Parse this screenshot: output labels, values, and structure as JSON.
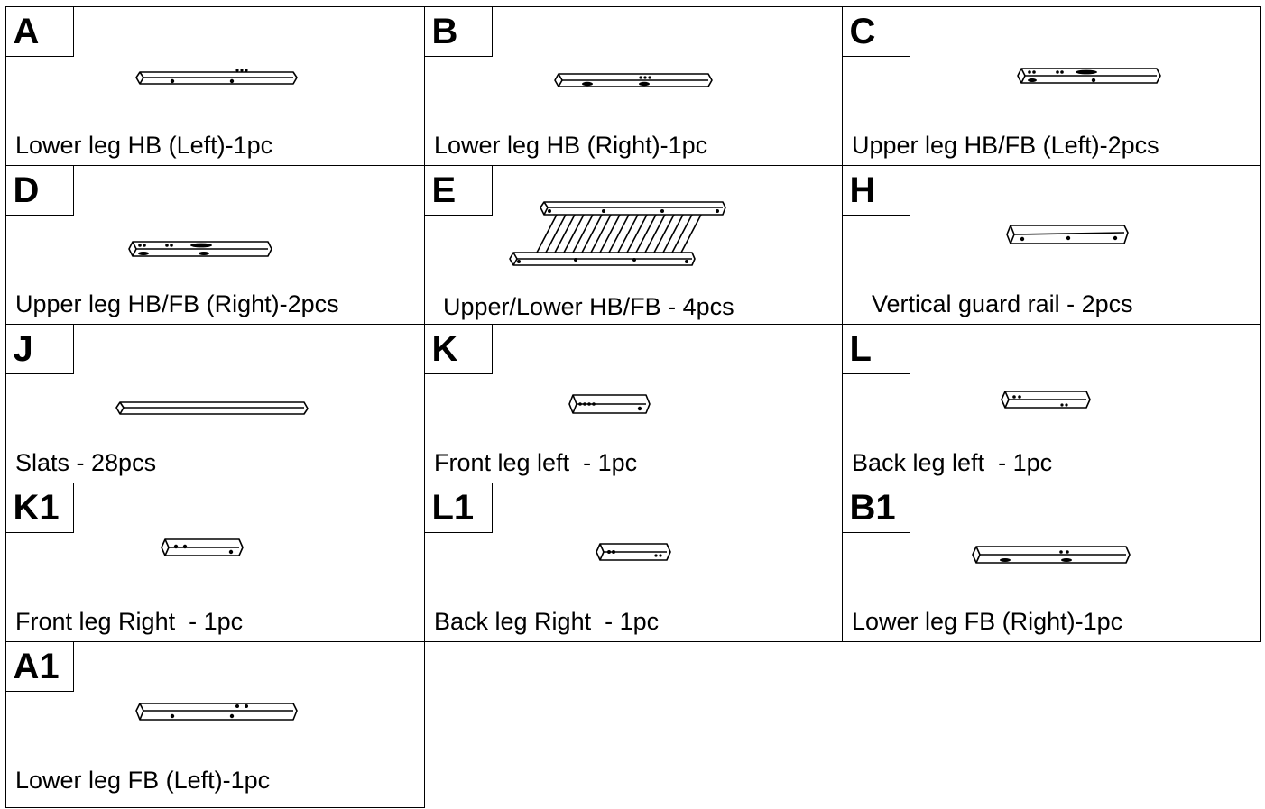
{
  "parts": [
    {
      "letter": "A",
      "label": "Lower leg HB (Left)-1pc"
    },
    {
      "letter": "B",
      "label": "Lower leg HB (Right)-1pc"
    },
    {
      "letter": "C",
      "label": "Upper leg HB/FB (Left)-2pcs"
    },
    {
      "letter": "D",
      "label": "Upper leg HB/FB (Right)-2pcs"
    },
    {
      "letter": "E",
      "label": "Upper/Lower HB/FB - 4pcs"
    },
    {
      "letter": "H",
      "label": "Vertical guard rail - 2pcs"
    },
    {
      "letter": "J",
      "label": "Slats - 28pcs"
    },
    {
      "letter": "K",
      "label": "Front leg left  - 1pc"
    },
    {
      "letter": "L",
      "label": "Back leg left  - 1pc"
    },
    {
      "letter": "K1",
      "label": "Front leg Right  - 1pc"
    },
    {
      "letter": "L1",
      "label": "Back leg Right  - 1pc"
    },
    {
      "letter": "B1",
      "label": "Lower leg FB (Right)-1pc"
    },
    {
      "letter": "A1",
      "label": "Lower leg FB (Left)-1pc"
    }
  ]
}
